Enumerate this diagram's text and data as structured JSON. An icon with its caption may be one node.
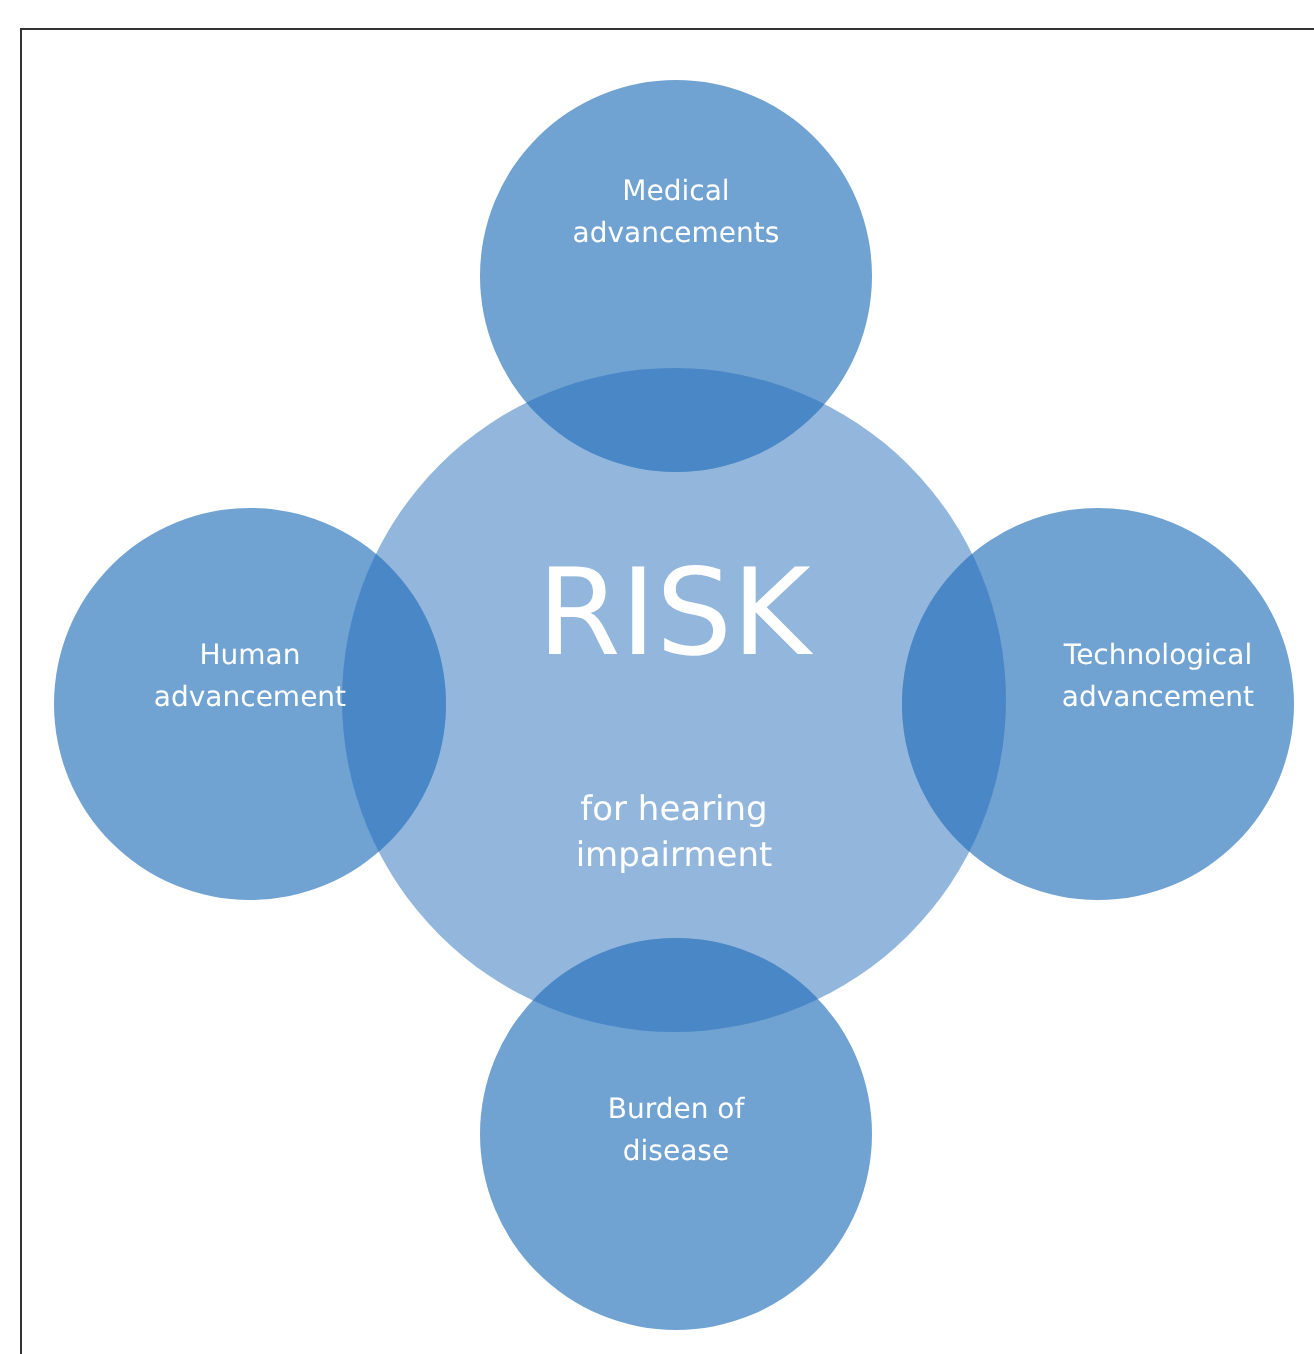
{
  "diagram": {
    "nodes": [
      {
        "text": [
          "RISK",
          "for hearing impairment"
        ]
      },
      {
        "text": [
          "Medical advancements"
        ]
      },
      {
        "text": [
          "Human advancement"
        ]
      },
      {
        "text": [
          "Technological advancement"
        ]
      },
      {
        "text": [
          "Burden of disease"
        ]
      }
    ]
  }
}
